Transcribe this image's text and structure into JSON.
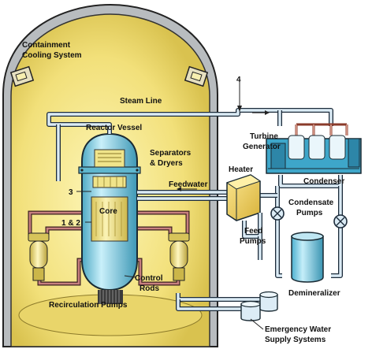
{
  "labels": {
    "containment_cooling": [
      "Containment",
      "Cooling System"
    ],
    "steam_line": "Steam Line",
    "reactor_vessel": "Reactor Vessel",
    "separators_dryers": [
      "Separators",
      "& Dryers"
    ],
    "feedwater": "Feedwater",
    "core": "Core",
    "marker_1_2": "1 & 2",
    "marker_3": "3",
    "marker_4": "4",
    "turbine_generator": [
      "Turbine",
      "Generator"
    ],
    "heater": "Heater",
    "condenser": "Condenser",
    "condensate_pumps": [
      "Condensate",
      "Pumps"
    ],
    "feed_pumps": [
      "Feed",
      "Pumps"
    ],
    "control_rods": [
      "Control",
      "Rods"
    ],
    "recirculation_pumps": "Recirculation Pumps",
    "demineralizer": "Demineralizer",
    "emergency_water": [
      "Emergency Water",
      "Supply Systems"
    ]
  },
  "colors": {
    "containment_fill": "#f2e07a",
    "containment_wall": "#cfd2d4",
    "vessel_fill": "#8fd4e6",
    "core_fill": "#efe27a",
    "pipe": "#dcecf6",
    "heater": "#f3d36b",
    "turbine": "#3ea6c9"
  }
}
